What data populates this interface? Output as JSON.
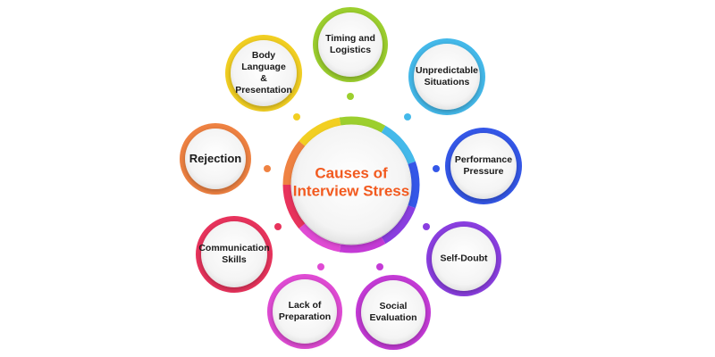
{
  "center": {
    "title": "Causes of\nInterview Stress",
    "color": "#f25a1f"
  },
  "causes": [
    {
      "label": "Timing and\nLogistics",
      "color": "#9ccf2e"
    },
    {
      "label": "Unpredictable\nSituations",
      "color": "#44b9ea"
    },
    {
      "label": "Performance\nPressure",
      "color": "#3457e8"
    },
    {
      "label": "Self-Doubt",
      "color": "#8a3ee0"
    },
    {
      "label": "Social\nEvaluation",
      "color": "#c43ad6"
    },
    {
      "label": "Lack of\nPreparation",
      "color": "#e04bd4"
    },
    {
      "label": "Communication\nSkills",
      "color": "#e8335c"
    },
    {
      "label": "Rejection",
      "color": "#ef8242"
    },
    {
      "label": "Body Language\n& Presentation",
      "color": "#f2cf22"
    }
  ]
}
